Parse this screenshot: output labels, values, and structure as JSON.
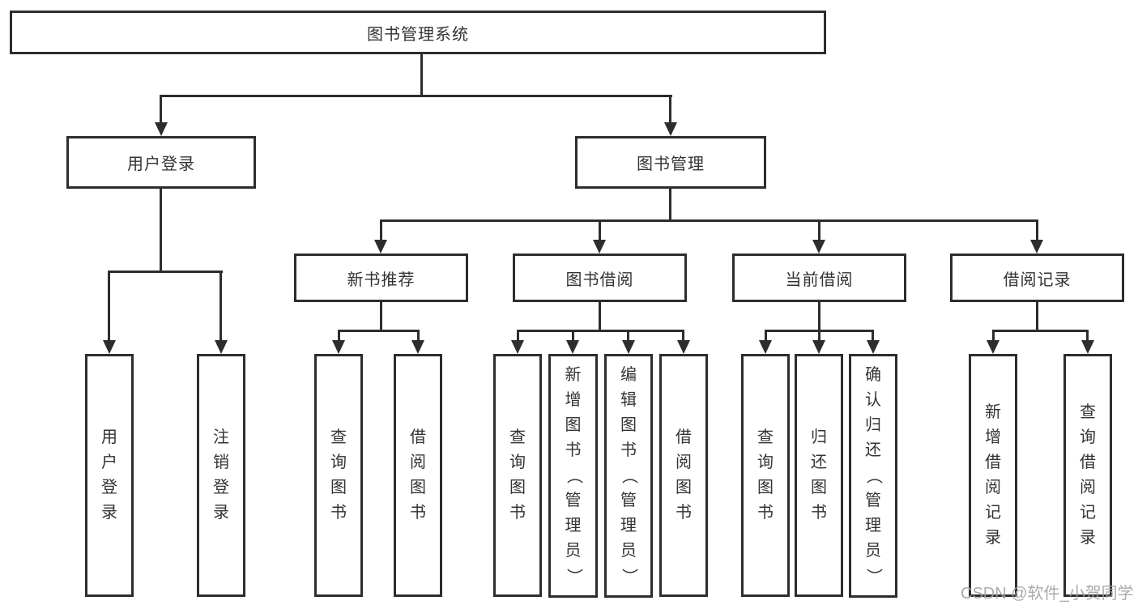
{
  "tree": {
    "root": {
      "label": "图书管理系统"
    },
    "branches": [
      {
        "label": "用户登录",
        "children": [
          "用户登录",
          "注销登录"
        ]
      },
      {
        "label": "图书管理",
        "children": [
          {
            "label": "新书推荐",
            "children": [
              "查询图书",
              "借阅图书"
            ]
          },
          {
            "label": "图书借阅",
            "children": [
              "查询图书",
              "新增图书（管理员）",
              "编辑图书（管理员）",
              "借阅图书"
            ]
          },
          {
            "label": "当前借阅",
            "children": [
              "查询图书",
              "归还图书",
              "确认归还（管理员）"
            ]
          },
          {
            "label": "借阅记录",
            "children": [
              "新增借阅记录",
              "查询借阅记录"
            ]
          }
        ]
      }
    ]
  },
  "watermark": {
    "text": "CSDN @软件_小贺同学"
  },
  "colors": {
    "line": "#2d2d2d",
    "text": "#333333",
    "background": "#ffffff",
    "watermark": "#a3a3a3"
  }
}
